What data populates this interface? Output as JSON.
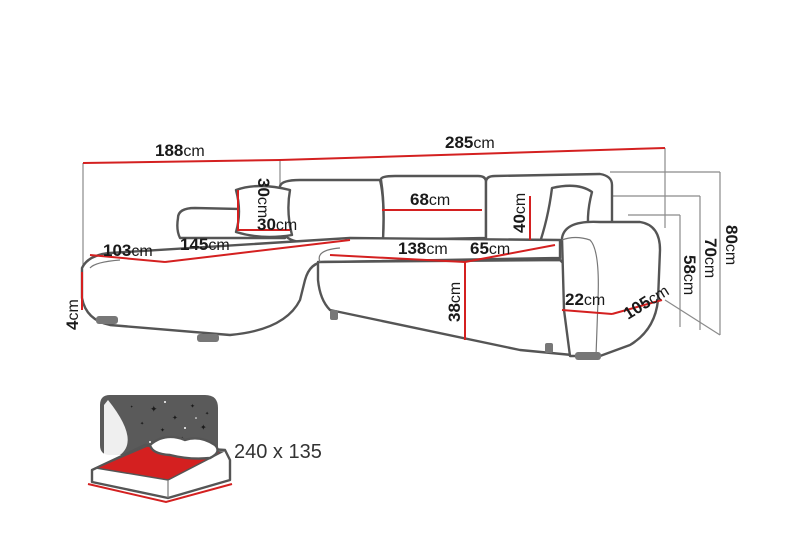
{
  "dimensions": {
    "total_width_left": "188",
    "total_width_right": "285",
    "unit": "cm",
    "pillow_height": "30",
    "pillow_width": "30",
    "back_cushion_width": "68",
    "back_cushion_height": "40",
    "chaise_depth": "103",
    "chaise_length": "145",
    "main_seat_width": "138",
    "seat_depth": "65",
    "seat_height": "38",
    "leg_height": "4",
    "armrest_width": "22",
    "total_depth": "105",
    "armrest_height": "58",
    "back_height": "70",
    "total_height": "80"
  },
  "bed": {
    "size_label": "240 x 135"
  },
  "colors": {
    "dimension_line": "#d42020",
    "outline": "#555555",
    "starry_panel": "#5a5a5a"
  }
}
